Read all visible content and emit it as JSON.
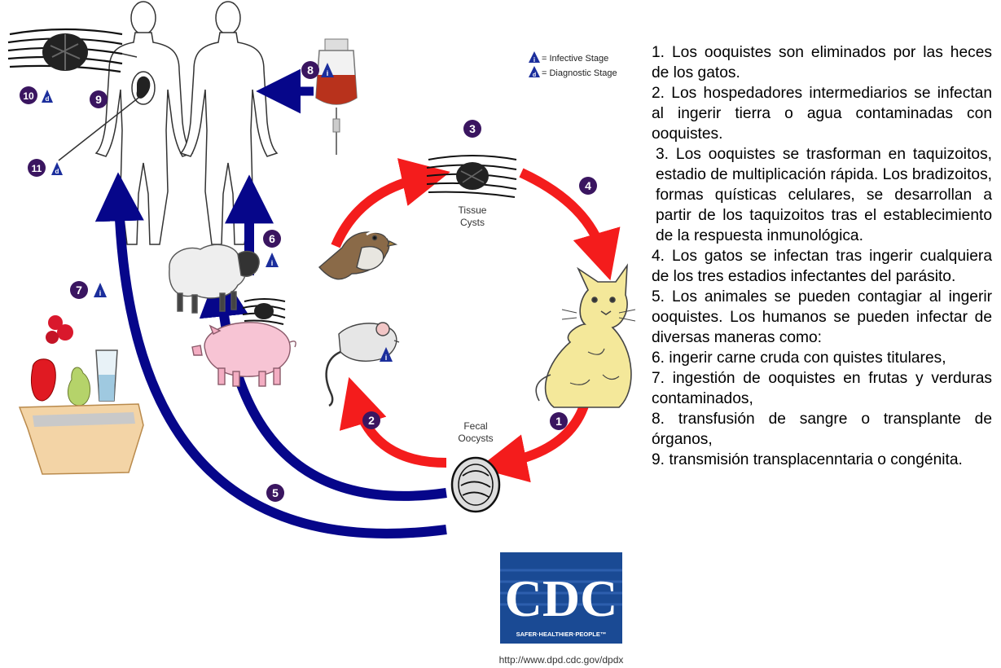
{
  "legend": {
    "infective": "= Infective Stage",
    "diagnostic": "= Diagnostic Stage",
    "i_mark": "i",
    "d_mark": "d"
  },
  "labels": {
    "tissue_cysts_1": "Tissue",
    "tissue_cysts_2": "Cysts",
    "fecal_oocysts_1": "Fecal",
    "fecal_oocysts_2": "Oocysts"
  },
  "steps": {
    "n1": "1",
    "n2": "2",
    "n3": "3",
    "n4": "4",
    "n5": "5",
    "n6": "6",
    "n7": "7",
    "n8": "8",
    "n9": "9",
    "n10": "10",
    "n11": "11"
  },
  "logo": {
    "text": "CDC",
    "tagline": "SAFER·HEALTHIER·PEOPLE™",
    "url": "http://www.dpd.cdc.gov/dpdx"
  },
  "colors": {
    "red_arrow": "#f41c1c",
    "blue_arrow": "#06068a",
    "badge": "#3a1560",
    "cdc_blue": "#1a4a94"
  },
  "description": [
    "1. Los ooquistes son eliminados por las heces de los gatos.",
    "2. Los hospedadores intermediarios se infectan al ingerir tierra o agua contaminadas con ooquistes.",
    "3. Los ooquistes se trasforman en taquizoitos, estadio de multiplicación rápida. Los bradizoitos, formas quísticas celulares, se desarrollan a partir de los taquizoitos tras el establecimiento de la respuesta inmunológica.",
    "4. Los gatos se infectan tras ingerir cualquiera de los tres estadios infectantes del parásito.",
    "5. Los animales se pueden contagiar al ingerir ooquistes. Los humanos se pueden infectar de diversas maneras como:",
    "6. ingerir carne cruda con quistes titulares,",
    "7. ingestión de ooquistes en frutas y verduras contaminados,",
    "8. transfusión de sangre o transplante de órganos,",
    "9. transmisión transplacenntaria o congénita."
  ]
}
